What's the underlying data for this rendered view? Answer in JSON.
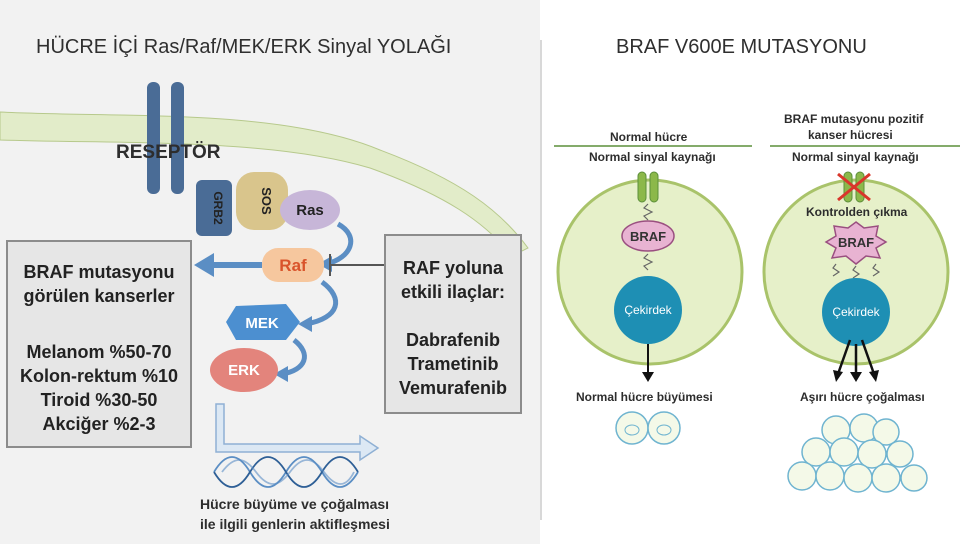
{
  "left_panel": {
    "title": "HÜCRE İÇİ Ras/Raf/MEK/ERK Sinyal YOLAĞI",
    "receptor_label": "RESEPTÖR",
    "proteins": {
      "grb2": "GRB2",
      "sos": "SOS",
      "ras": "Ras",
      "raf": "Raf",
      "mek": "MEK",
      "erk": "ERK"
    },
    "cancers_box": {
      "heading_line1": "BRAF mutasyonu",
      "heading_line2": "görülen kanserler",
      "items": [
        "Melanom %50-70",
        "Kolon-rektum %10",
        "Tiroid %30-50",
        "Akciğer %2-3"
      ]
    },
    "drugs_box": {
      "heading_line1": "RAF yoluna",
      "heading_line2": "etkili ilaçlar:",
      "items": [
        "Dabrafenib",
        "Trametinib",
        "Vemurafenib"
      ]
    },
    "gene_caption_line1": "Hücre büyüme ve çoğalması",
    "gene_caption_line2": "ile ilgili genlerin aktifleşmesi"
  },
  "right_panel": {
    "title": "BRAF V600E MUTASYONU",
    "normal_cell": {
      "header": "Normal hücre",
      "signal_source": "Normal sinyal kaynağı",
      "braf": "BRAF",
      "nucleus": "Çekirdek",
      "caption": "Normal hücre büyümesi"
    },
    "cancer_cell": {
      "header_line1": "BRAF mutasyonu pozitif",
      "header_line2": "kanser hücresi",
      "signal_source": "Normal sinyal kaynağı",
      "out_of_control": "Kontrolden çıkma",
      "braf": "BRAF",
      "nucleus": "Çekirdek",
      "caption": "Aşırı hücre çoğalması"
    }
  },
  "colors": {
    "membrane": "#e2ecc9",
    "receptor": "#4a6c96",
    "sos": "#d9c58c",
    "ras": "#c7b6d8",
    "raf": "#f6c79e",
    "raf_text": "#d9542b",
    "mek": "#4c8fd0",
    "erk": "#e3847c",
    "arrow": "#5b8ec4",
    "cell_fill": "#e6f0c9",
    "cell_stroke": "#a9c36a",
    "nucleus": "#1e8fb4",
    "braf_fill": "#e8b3d2",
    "inhibit_x": "#d9362b"
  }
}
